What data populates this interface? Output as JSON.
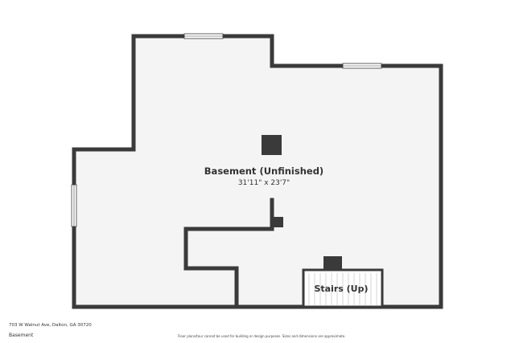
{
  "room": {
    "name": "Basement (Unfinished)",
    "dimensions": "31'11\" x 23'7\""
  },
  "stairs": {
    "label": "Stairs (Up)"
  },
  "footer": {
    "address": "703 W Walnut Ave, Dalton, GA 30720",
    "level": "Basement",
    "disclaimer": "Floor plans/tour cannot be used for building or design purposes. Sizes and dimensions are approximate."
  },
  "colors": {
    "wall": "#3a3a3a",
    "floor": "#f4f4f4",
    "window": "#ffffff"
  }
}
